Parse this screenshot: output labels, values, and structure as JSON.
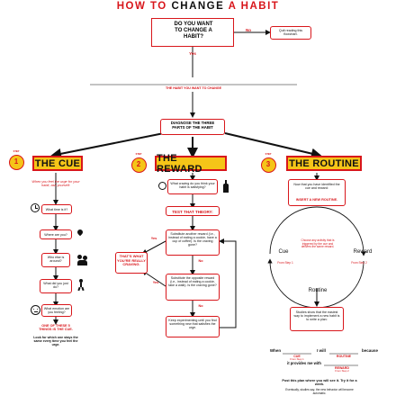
{
  "title": {
    "pre": "HOW TO",
    "mid": "CHANGE",
    "a": "A",
    "last": "HABIT"
  },
  "start": {
    "question": "DO YOU WANT TO CHANGE A HABIT?",
    "no": "No",
    "no_text": "Quit reading this flowchart.",
    "yes": "Yes"
  },
  "habit_line_label": "THE HABIT YOU WANT TO CHANGE",
  "diagnose": "DIAGNOSE THE THREE PARTS OF THE HABIT",
  "cue": {
    "step_label": "STEP",
    "step": "1",
    "title": "THE CUE",
    "intro": "When you feel the urge for your habit, ask yourself:",
    "questions": [
      "What time is it?",
      "Where are you?",
      "Who else is around?",
      "What did you just do?",
      "What emotion are you feeling?"
    ],
    "note": "ONE OF THESE 5 THINGS IS THE CUE.",
    "footer": "Look for which one stays the same every time you feel the urge."
  },
  "reward": {
    "step_label": "STEP",
    "step": "2",
    "title": "THE REWARD",
    "question": "What craving do you think your habit is satisfying?",
    "test": "TEST THAT THEORY:",
    "sub1": "Substitute another reward (i.e., instead of eating a cookie, have a cup of coffee). Is the craving gone?",
    "sub2": "Substitute the opposite reward (i.e., instead of eating a cookie, take a walk). Is the craving gone?",
    "keep": "Keep experimenting until you find something new that satisfies the urge.",
    "yes1": "Yes",
    "yes2": "Yes",
    "no1": "No",
    "no2": "No",
    "craving": "THAT'S WHAT YOU'RE REALLY CRAVING."
  },
  "routine": {
    "step_label": "STEP",
    "step": "3",
    "title": "THE ROUTINE",
    "intro": "Now that you have identified the cue and reward:",
    "insert": "INSERT A NEW ROUTINE.",
    "cue_label": "Cue",
    "reward_label": "Reward",
    "cycle_text": "Choose any activity that is triggered by the cue and delivers the same reward.",
    "from1": "From Step 1",
    "from2": "From Step 2",
    "routine_label": "Routine",
    "studies": "Studies show that the easiest way to implement a new habit is to write a plan:",
    "when": "When",
    "iwill": "I will",
    "because": "because",
    "it_provides": "it provides me with",
    "cue_word": "CUE",
    "routine_word": "ROUTINE",
    "reward_word": "REWARD",
    "post": "Post this plan where you will see it. Try it for a week.",
    "footer": "Eventually, studies say, the new behavior will become automatic."
  },
  "colors": {
    "red": "#d8161b",
    "yellow": "#f5c518",
    "ink": "#111111"
  }
}
